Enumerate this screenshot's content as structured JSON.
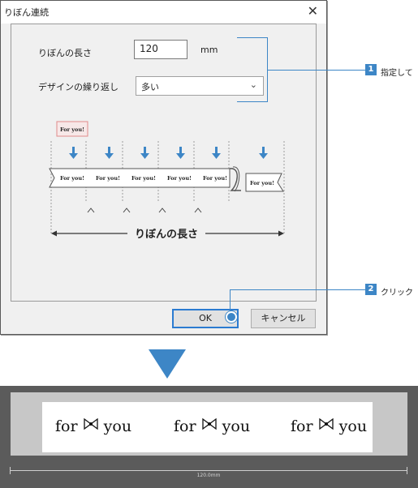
{
  "dialog": {
    "title": "りぼん連続",
    "close_glyph": "✕",
    "length_label": "りぼんの長さ",
    "length_value": "120",
    "length_unit": "mm",
    "repeat_label": "デザインの繰り返し",
    "repeat_value": "多い",
    "ok_label": "OK",
    "cancel_label": "キャンセル"
  },
  "diagram": {
    "sample_text": "For you!",
    "ribbon_texts": [
      "For you!",
      "For you!",
      "For you!",
      "For you!",
      "For you!"
    ],
    "tail_text": "For you!",
    "caret": "^",
    "length_caption": "りぼんの長さ"
  },
  "annotations": [
    {
      "number": "1",
      "text": "指定して"
    },
    {
      "number": "2",
      "text": "クリック"
    }
  ],
  "preview": {
    "words": [
      "for",
      "you",
      "for",
      "you",
      "for",
      "you"
    ],
    "measure_label": "120.0mm"
  },
  "colors": {
    "accent": "#3d86c6",
    "preview_bg": "#5b5b5b",
    "strip": "#c7c7c7"
  }
}
